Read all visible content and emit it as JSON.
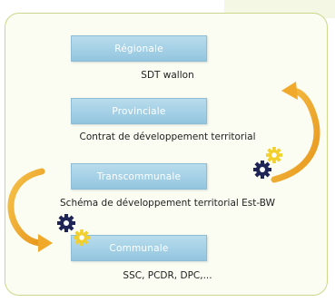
{
  "levels": [
    {
      "label": "Régionale",
      "caption": "SDT wallon"
    },
    {
      "label": "Provinciale",
      "caption": "Contrat de développement territorial"
    },
    {
      "label": "Transcommunale",
      "caption": "Schéma de développement territorial Est-BW"
    },
    {
      "label": "Communale",
      "caption": "SSC, PCDR, DPC,..."
    }
  ],
  "colors": {
    "box_fill": "#a8d2e8",
    "box_text": "#ffffff",
    "frame_border": "#c9d88a",
    "frame_fill": "#fbfdf2",
    "arrow": "#f0a92a",
    "gear_dark": "#1f2456",
    "gear_light": "#f2cf2a"
  },
  "icons": [
    "curved-arrow-icon",
    "gear-icon"
  ]
}
